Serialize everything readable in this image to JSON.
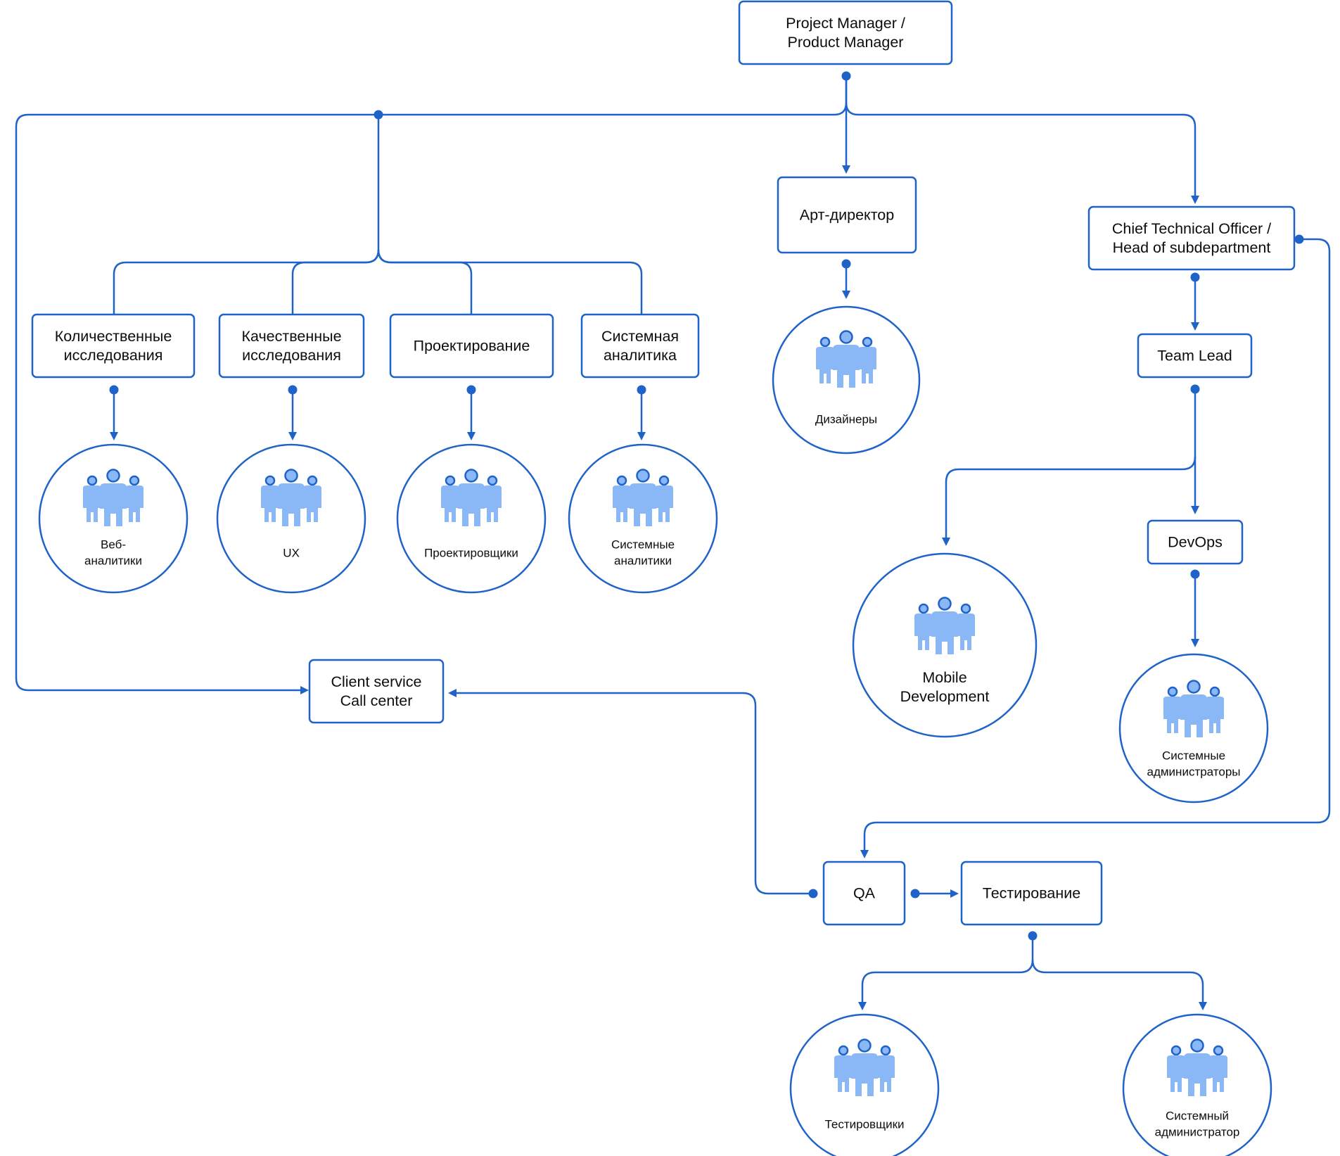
{
  "colors": {
    "line": "#1f63c9",
    "icon": "#8ab8f7",
    "text": "#0d0d0d",
    "background": "#ffffff"
  },
  "icon": "people-group-icon",
  "boxes": {
    "pm": [
      "Project Manager /",
      "Product Manager"
    ],
    "art_director": [
      "Арт-директор"
    ],
    "cto": [
      "Chief Technical Officer /",
      "Head of subdepartment"
    ],
    "quant": [
      "Количественные",
      "исследования"
    ],
    "qual": [
      "Качественные",
      "исследования"
    ],
    "design_proj": [
      "Проектирование"
    ],
    "sys_analytics": [
      "Системная",
      "аналитика"
    ],
    "team_lead": [
      "Team Lead"
    ],
    "devops": [
      "DevOps"
    ],
    "client_service": [
      "Client service",
      "Call center"
    ],
    "qa": [
      "QA"
    ],
    "testing": [
      "Тестирование"
    ]
  },
  "groups": {
    "designers": [
      "Дизайнеры"
    ],
    "web_analysts": [
      "Веб-",
      "аналитики"
    ],
    "ux": [
      "UX"
    ],
    "designers_proj": [
      "Проектировщики"
    ],
    "sys_analysts": [
      "Системные",
      "аналитики"
    ],
    "mobile": [
      "Mobile",
      "Development"
    ],
    "sysadmins": [
      "Системные",
      "администраторы"
    ],
    "testers": [
      "Тестировщики"
    ],
    "sysadmin": [
      "Системный",
      "администратор"
    ]
  }
}
